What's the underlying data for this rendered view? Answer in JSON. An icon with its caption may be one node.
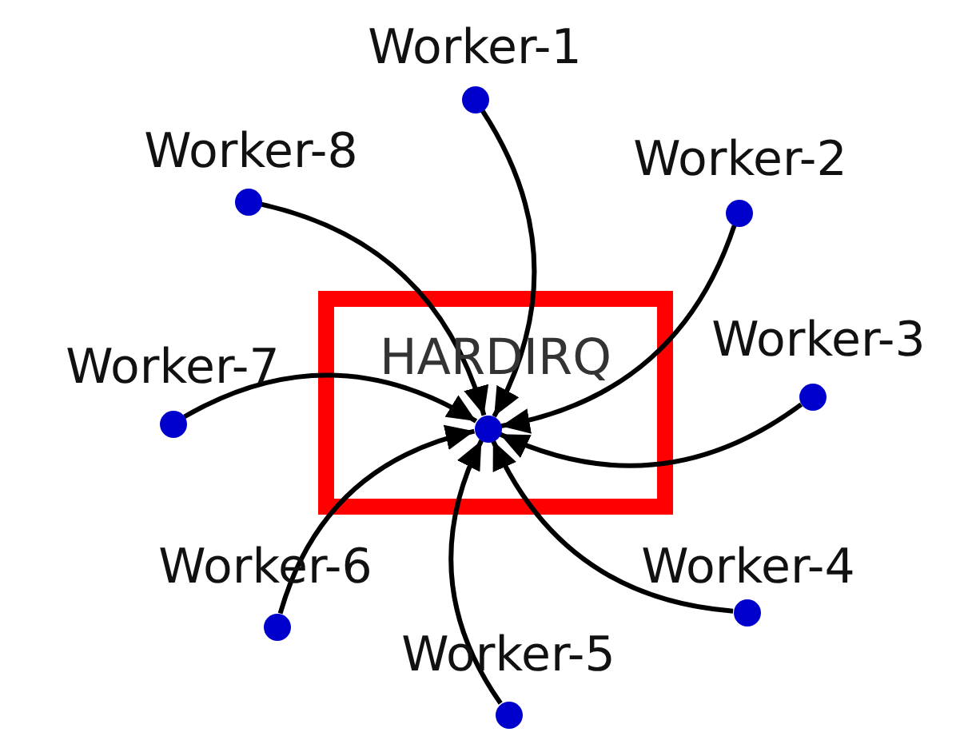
{
  "diagram": {
    "nodes": [
      {
        "text": [
          "HARDIRQ"
        ]
      },
      {
        "text": [],
        "shape": "circle",
        "in": 0
      },
      {
        "text": [],
        "shape": "circle",
        "beside": [
          "Worker-1"
        ]
      },
      {
        "text": [],
        "shape": "circle",
        "beside": [
          "Worker-2"
        ]
      },
      {
        "text": [],
        "shape": "circle",
        "beside": [
          "Worker-3"
        ]
      },
      {
        "text": [],
        "shape": "circle",
        "beside": [
          "Worker-4"
        ]
      },
      {
        "text": [],
        "shape": "circle",
        "beside": [
          "Worker-5"
        ]
      },
      {
        "text": [],
        "shape": "circle",
        "beside": [
          "Worker-6"
        ]
      },
      {
        "text": [],
        "shape": "circle",
        "beside": [
          "Worker-7"
        ]
      },
      {
        "text": [],
        "shape": "circle",
        "beside": [
          "Worker-8"
        ]
      }
    ],
    "edges": [
      {
        "from": 2,
        "to": 1,
        "arrow": "to"
      },
      {
        "from": 3,
        "to": 1,
        "arrow": "to"
      },
      {
        "from": 4,
        "to": 1,
        "arrow": "to"
      },
      {
        "from": 5,
        "to": 1,
        "arrow": "to"
      },
      {
        "from": 6,
        "to": 1,
        "arrow": "to"
      },
      {
        "from": 7,
        "to": 1,
        "arrow": "to"
      },
      {
        "from": 8,
        "to": 1,
        "arrow": "to"
      },
      {
        "from": 9,
        "to": 1,
        "arrow": "to"
      }
    ]
  }
}
